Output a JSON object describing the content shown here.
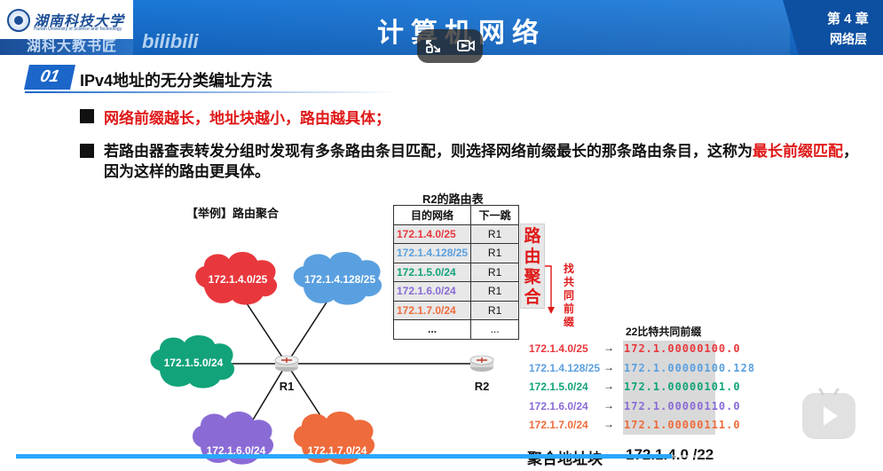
{
  "header": {
    "university_name": "湖南科技大学",
    "university_en": "Hunan University of Science and Technology",
    "watermark": "湖科大教书匠",
    "watermark_bili": "bilibili",
    "course_title": "计算机网络",
    "chapter_no": "第 4 章",
    "chapter_name": "网络层"
  },
  "player": {
    "pip_icon": "picture-in-picture-icon",
    "cast_icon": "cast-icon",
    "progress_fraction": 0.77,
    "accent_color": "#29a7ff"
  },
  "section": {
    "number": "01",
    "title": "IPv4地址的无分类编址方法"
  },
  "bullets": {
    "b1": "网络前缀越长，地址块越小，路由越具体；",
    "b2_pre": "若路由器查表转发分组时发现有多条路由条目匹配，则选择网络前缀最长的那条路由条目，这称为",
    "b2_red": "最长前缀匹配",
    "b2_post": "，因为这样的路由更具体。"
  },
  "example": {
    "title": "【举例】路由聚合",
    "routers": [
      "R1",
      "R2"
    ],
    "clouds": [
      {
        "label": "172.1.4.0/25",
        "color": "#e8383d"
      },
      {
        "label": "172.1.4.128/25",
        "color": "#5aa0e0"
      },
      {
        "label": "172.1.5.0/24",
        "color": "#12a37a"
      },
      {
        "label": "172.1.6.0/24",
        "color": "#8a6bd6"
      },
      {
        "label": "172.1.7.0/24",
        "color": "#ee6b3c"
      }
    ]
  },
  "routing_table": {
    "title": "R2的路由表",
    "headers": [
      "目的网络",
      "下一跳"
    ],
    "rows": [
      {
        "net": "172.1.4.0/25",
        "hop": "R1",
        "color": "#e8383d"
      },
      {
        "net": "172.1.4.128/25",
        "hop": "R1",
        "color": "#5aa0e0"
      },
      {
        "net": "172.1.5.0/24",
        "hop": "R1",
        "color": "#12a37a"
      },
      {
        "net": "172.1.6.0/24",
        "hop": "R1",
        "color": "#8a6bd6"
      },
      {
        "net": "172.1.7.0/24",
        "hop": "R1",
        "color": "#ee6b3c"
      },
      {
        "net": "...",
        "hop": "...",
        "color": "#111111"
      }
    ],
    "aggregation_label": "路由聚合",
    "find_prefix_label": "找共同前缀"
  },
  "prefix": {
    "title": "22比特共同前缀",
    "rows": [
      {
        "net": "172.1.4.0/25",
        "bin": "172.1.00000100.0",
        "color": "#e8383d"
      },
      {
        "net": "172.1.4.128/25",
        "bin": "172.1.00000100.128",
        "color": "#5aa0e0"
      },
      {
        "net": "172.1.5.0/24",
        "bin": "172.1.00000101.0",
        "color": "#12a37a"
      },
      {
        "net": "172.1.6.0/24",
        "bin": "172.1.00000110.0",
        "color": "#8a6bd6"
      },
      {
        "net": "172.1.7.0/24",
        "bin": "172.1.00000111.0",
        "color": "#ee6b3c"
      }
    ],
    "arrow": "→",
    "aggregate_label": "聚合地址块",
    "aggregate_value": "172.1.4.0 /22"
  }
}
